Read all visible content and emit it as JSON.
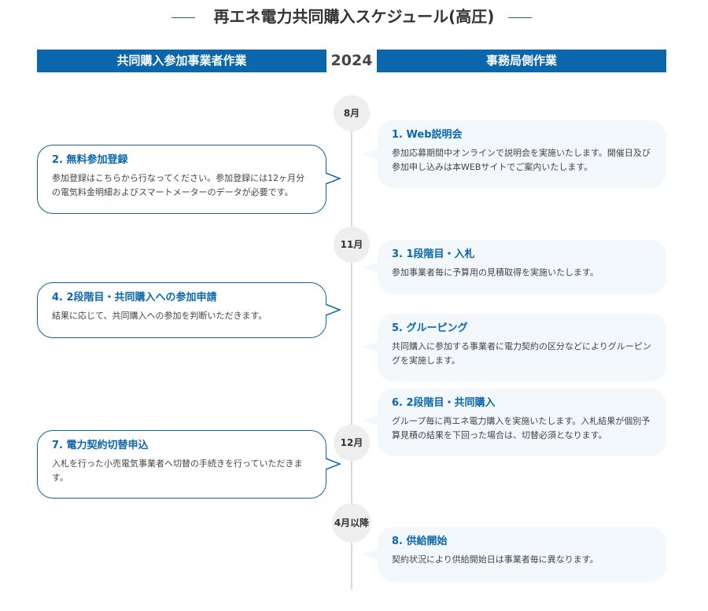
{
  "title": "再エネ電力共同購入スケジュール(高圧)",
  "header": {
    "left": "共同購入参加事業者作業",
    "year": "2024",
    "right": "事務局側作業"
  },
  "months": [
    "8月",
    "11月",
    "12月",
    "4月以降"
  ],
  "left_items": [
    {
      "title": "2. 無料参加登録",
      "desc": "参加登録はこちらから行なってください。参加登録には12ヶ月分の電気料金明細およびスマートメーターのデータが必要です。"
    },
    {
      "title": "4. 2段階目・共同購入への参加申請",
      "desc": "結果に応じて、共同購入への参加を判断いただきます。"
    },
    {
      "title": "7. 電力契約切替申込",
      "desc": "入札を行った小売電気事業者へ切替の手続きを行っていただきます。"
    }
  ],
  "right_items": [
    {
      "title": "1. Web説明会",
      "desc": "参加応募期間中オンラインで説明会を実施いたします。開催日及び参加申し込みは本WEBサイトでご案内いたします。"
    },
    {
      "title": "3. 1段階目・入札",
      "desc": "参加事業者毎に予算用の見積取得を実施いたします。"
    },
    {
      "title": "5. グルーピング",
      "desc": "共同購入に参加する事業者に電力契約の区分などによりグルーピングを実施します。"
    },
    {
      "title": "6. 2段階目・共同購入",
      "desc": "グループ毎に再エネ電力購入を実施いたします。入札結果が個別予算見積の結果を下回った場合は、切替必須となります。"
    },
    {
      "title": "8. 供給開始",
      "desc": "契約状況により供給開始日は事業者毎に異なります。"
    }
  ],
  "colors": {
    "accent": "#0a67ad",
    "axis": "#d9d9d9",
    "right_card_bg": "#f3f8fc",
    "month_bg": "#eeeeee"
  }
}
